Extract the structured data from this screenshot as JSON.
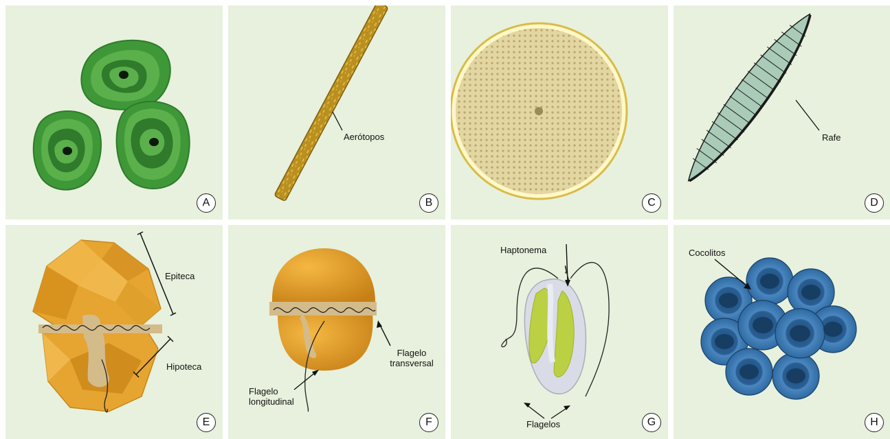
{
  "panels": [
    {
      "letter": "A",
      "labels": []
    },
    {
      "letter": "B",
      "labels": [
        "Aerótopos"
      ]
    },
    {
      "letter": "C",
      "labels": []
    },
    {
      "letter": "D",
      "labels": [
        "Rafe"
      ]
    },
    {
      "letter": "E",
      "labels": [
        "Epiteca",
        "Hipoteca"
      ]
    },
    {
      "letter": "F",
      "labels": [
        "Flagelo longitudinal",
        "Flagelo transversal"
      ]
    },
    {
      "letter": "G",
      "labels": [
        "Haptonema",
        "Flagelos"
      ]
    },
    {
      "letter": "H",
      "labels": [
        "Cocolitos"
      ]
    }
  ],
  "colors": {
    "background": "#e7f1dd",
    "green_cell": "#3f9838",
    "diatom_chain": "#b98f1f",
    "centric_diatom": "#e3d6a2",
    "pennate_diatom": "#a9cbb8",
    "dinoflagellate": "#e6a431",
    "haptophyte_body": "#d9dce6",
    "haptophyte_chloroplast": "#bcd044",
    "coccolith": "#356ea3"
  },
  "icons": [
    "green-algae-cells",
    "filamentous-cyanobacterium",
    "centric-diatom",
    "pennate-diatom",
    "dinoflagellate-thecate",
    "dinoflagellate-naked",
    "haptophyte",
    "coccolithophore"
  ]
}
